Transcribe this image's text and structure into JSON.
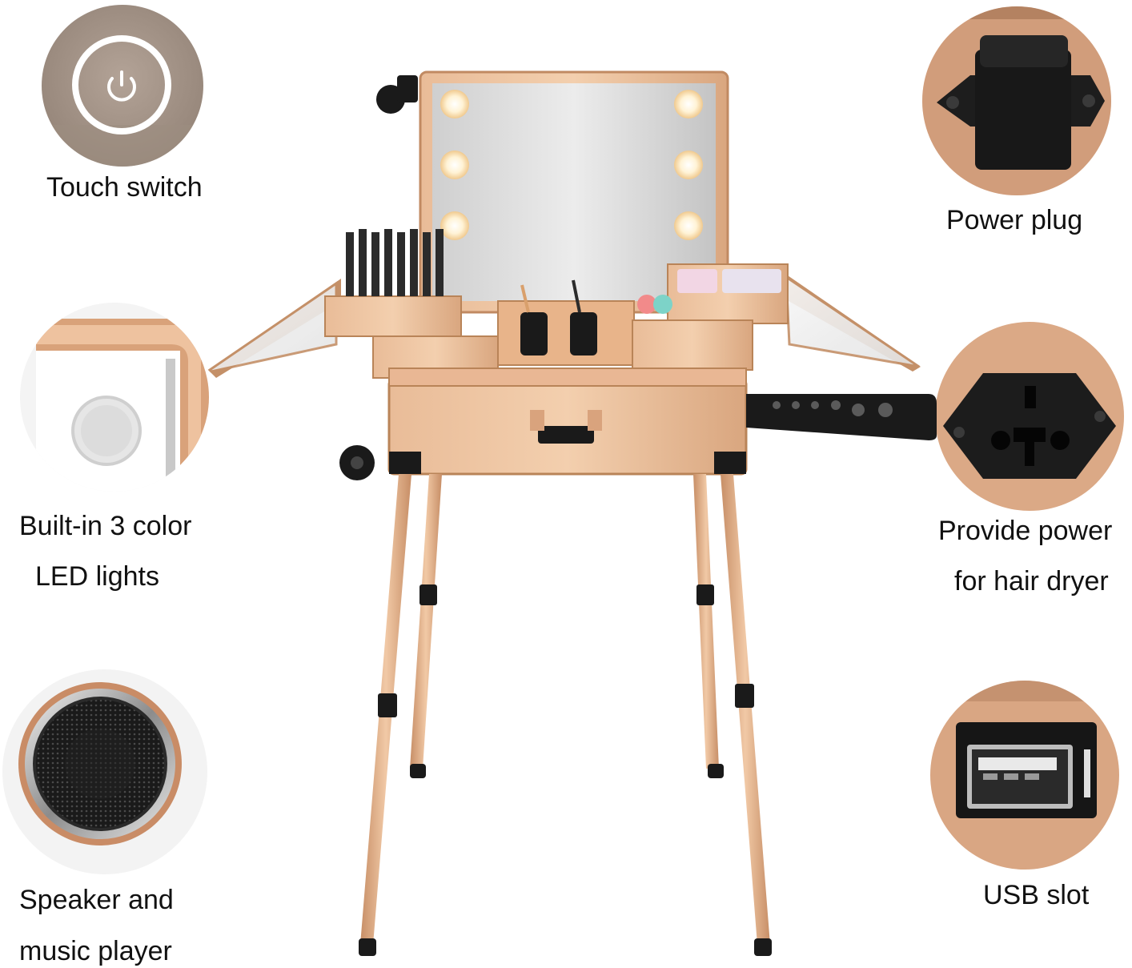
{
  "features": {
    "touch_switch": "Touch switch",
    "led_line1": "Built-in 3 color",
    "led_line2": "LED lights",
    "speaker_line1": "Speaker and",
    "speaker_line2": "music player",
    "power_plug": "Power plug",
    "hair_dryer_line1": "Provide power",
    "hair_dryer_line2": "for hair dryer",
    "usb_slot": "USB slot"
  },
  "colors": {
    "rose_gold": "#e4b48e",
    "rose_gold_dark": "#b98458",
    "black_fixture": "#1b1b1b",
    "mirror": "#dcdcdc",
    "bulb": "#fff3d6"
  },
  "icons": [
    "power-icon",
    "speaker-icon",
    "power-plug-icon",
    "socket-icon",
    "usb-icon",
    "led-mirror-icon"
  ]
}
